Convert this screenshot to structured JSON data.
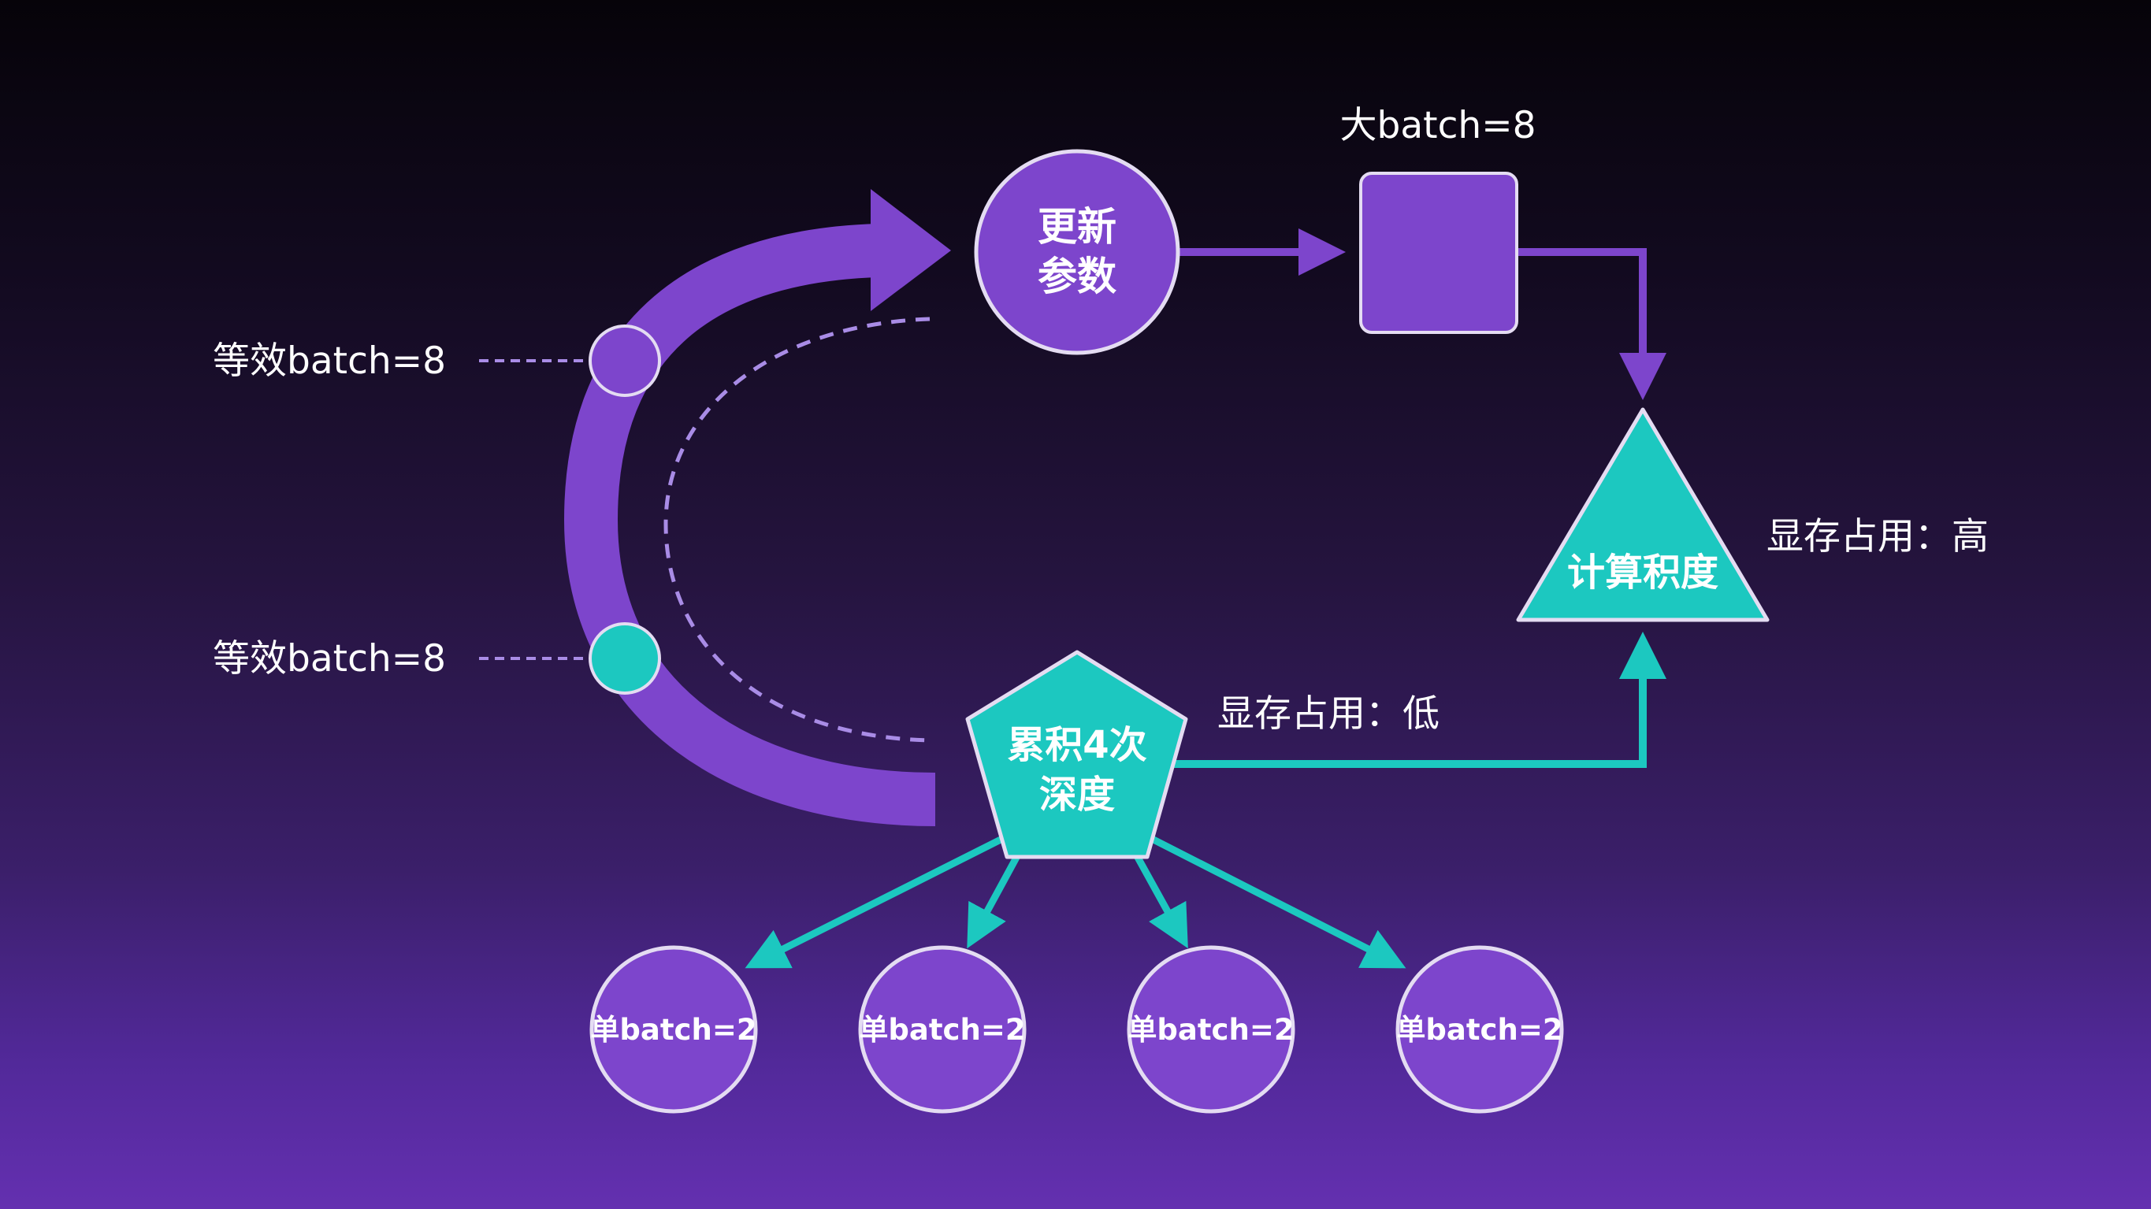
{
  "colors": {
    "purple": "#7d45cc",
    "teal": "#1cc8c0",
    "stroke_light": "#e4dcf2"
  },
  "update_node": {
    "line1": "更新",
    "line2": "参数"
  },
  "big_batch": {
    "label": "大batch=8"
  },
  "compute_node": {
    "label": "计算积度"
  },
  "accum_node": {
    "line1": "累积4次",
    "line2": "深度"
  },
  "memory_high": {
    "label": "显存占用：高"
  },
  "memory_low": {
    "label": "显存占用：低"
  },
  "equivalent": [
    {
      "label": "等效batch=8"
    },
    {
      "label": "等效batch=8"
    }
  ],
  "leaves": [
    {
      "label": "单batch=2"
    },
    {
      "label": "单batch=2"
    },
    {
      "label": "单batch=2"
    },
    {
      "label": "单batch=2"
    }
  ]
}
